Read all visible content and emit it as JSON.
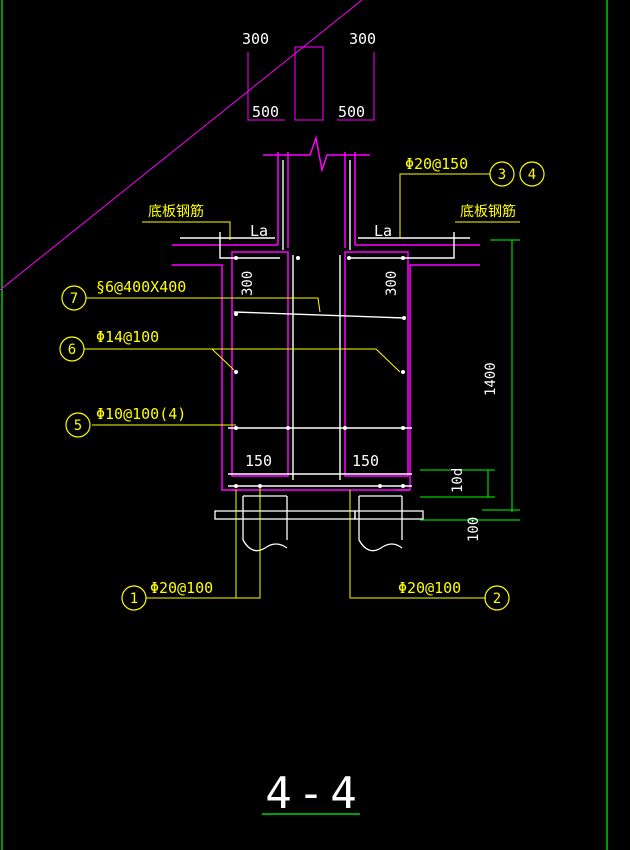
{
  "colors": {
    "background": "#000000",
    "frame": "#00ff00",
    "outline": "#ff00ff",
    "rebar": "#ffffff",
    "annotation": "#ffff00",
    "dimension": "#00ff00"
  },
  "column_sections": [
    {
      "width_label": "300",
      "depth_label": "500"
    },
    {
      "width_label": "300",
      "depth_label": "500"
    }
  ],
  "anchorage_labels": [
    "La",
    "La"
  ],
  "base_slab_labels": [
    "底板钢筋",
    "底板钢筋"
  ],
  "haunch_labels": [
    "300",
    "300"
  ],
  "bottom_spacing_labels": [
    "150",
    "150"
  ],
  "callouts": [
    {
      "marks": [
        "3",
        "4"
      ],
      "spec": "Φ20@150"
    },
    {
      "marks": [
        "7"
      ],
      "spec": "§6@400X400"
    },
    {
      "marks": [
        "6"
      ],
      "spec": "Φ14@100"
    },
    {
      "marks": [
        "5"
      ],
      "spec": "Φ10@100(4)"
    },
    {
      "marks": [
        "1"
      ],
      "spec": "Φ20@100"
    },
    {
      "marks": [
        "2"
      ],
      "spec": "Φ20@100"
    }
  ],
  "dimensions": {
    "height": "1400",
    "embed": "10d",
    "cushion": "100"
  },
  "section_title": "4-4"
}
